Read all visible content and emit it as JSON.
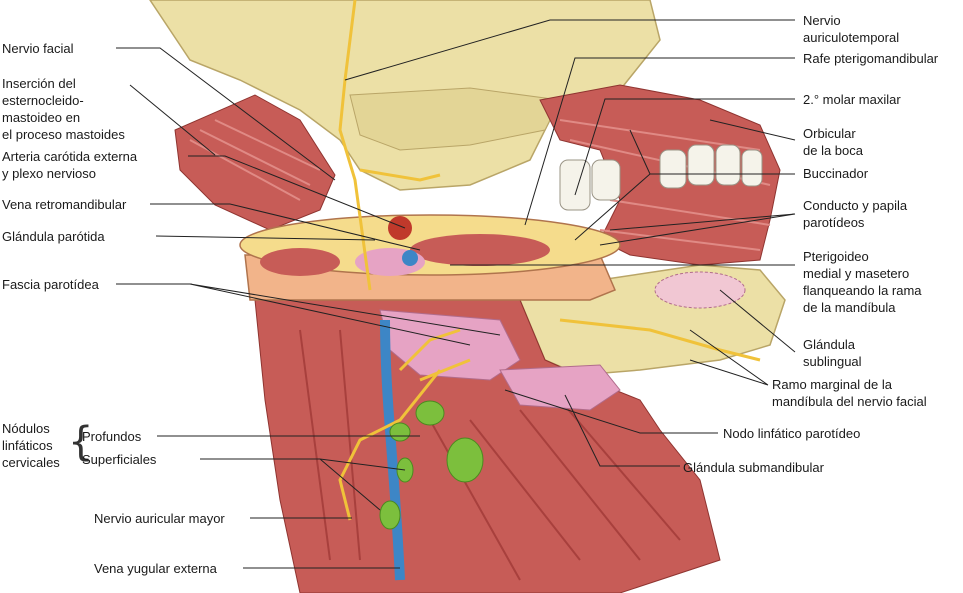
{
  "labels": {
    "nervio_facial": "Nervio facial",
    "insercion": [
      "Inserción del",
      "esternocleido-",
      "mastoideo en",
      "el proceso mastoides"
    ],
    "arteria_carotida": [
      "Arteria carótida externa",
      "y plexo nervioso"
    ],
    "vena_retromandibular": "Vena retromandibular",
    "glandula_parotida": "Glándula parótida",
    "fascia_parotidea": "Fascia parotídea",
    "nodulos_linfaticos": [
      "Nódulos",
      "linfáticos",
      "cervicales"
    ],
    "profundos": "Profundos",
    "superficiales": "Superficiales",
    "nervio_auricular_mayor": "Nervio auricular mayor",
    "vena_yugular_externa": "Vena yugular externa",
    "nervio_auriculotemporal": [
      "Nervio",
      "auriculotemporal"
    ],
    "rafe_pterigomandibular": "Rafe pterigomandibular",
    "segundo_molar": "2.° molar maxilar",
    "orbicular_boca": [
      "Orbicular",
      "de la boca"
    ],
    "buccinador": "Buccinador",
    "conducto_papila": [
      "Conducto y papila",
      "parotídeos"
    ],
    "pterigoideo": [
      "Pterigoideo",
      "medial y masetero",
      "flanqueando la rama",
      "de la mandíbula"
    ],
    "glandula_sublingual": [
      "Glándula",
      "sublingual"
    ],
    "ramo_marginal": [
      "Ramo marginal de la",
      "mandíbula del nervio facial"
    ],
    "nodo_linfatico_parotideo": "Nodo linfático parotídeo",
    "glandula_submandibular": "Glándula submandibular"
  },
  "colors": {
    "bone": "#ece0a6",
    "muscle": "#c75c57",
    "muscle_dark": "#a8403d",
    "gland": "#e6a3c4",
    "vein": "#3d86c6",
    "nerve": "#f0c23a",
    "lymph_node": "#7cbf3d",
    "fat": "#f5dc8c",
    "fascia": "#f2b48a"
  }
}
